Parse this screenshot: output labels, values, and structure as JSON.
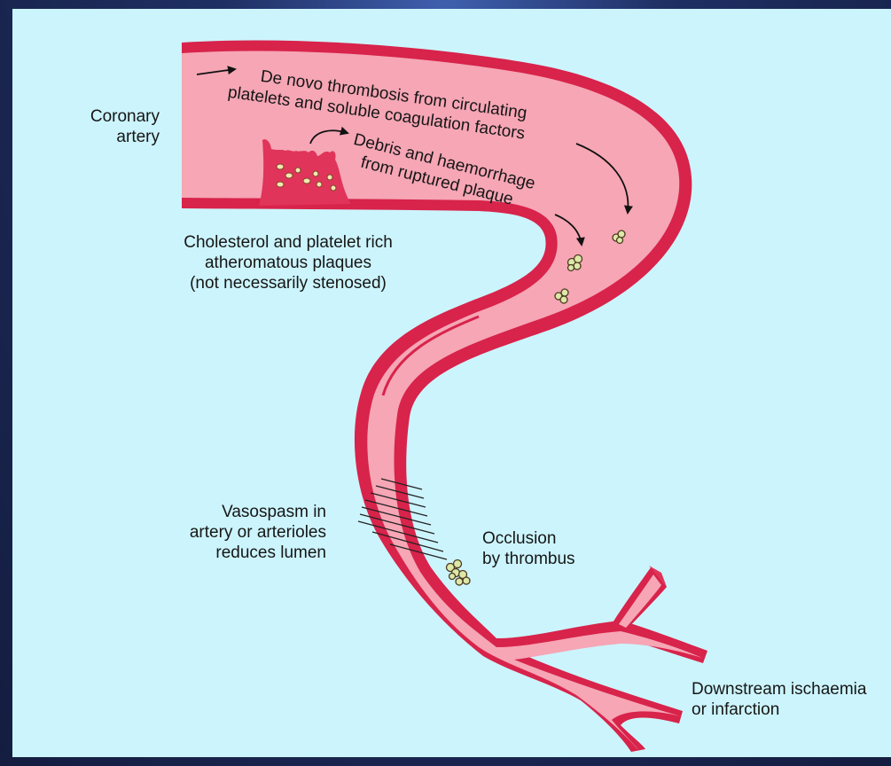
{
  "labels": {
    "coronary_artery": [
      "Coronary",
      "artery"
    ],
    "plaques": [
      "Cholesterol and platelet rich",
      "atheromatous plaques",
      "(not necessarily stenosed)"
    ],
    "de_novo": [
      "De novo thrombosis from circulating",
      "platelets and soluble coagulation factors"
    ],
    "debris": [
      "Debris and haemorrhage",
      "from ruptured plaque"
    ],
    "vasospasm": [
      "Vasospasm in",
      "artery or arterioles",
      "reduces lumen"
    ],
    "occlusion": [
      "Occlusion",
      "by thrombus"
    ],
    "downstream": [
      "Downstream ischaemia",
      "or infarction"
    ]
  },
  "colors": {
    "panel": "#ccf4fc",
    "vessel_fill": "#f6a6b5",
    "vessel_wall": "#d8234b",
    "plaque": "#e0345a",
    "clot": "#dde8a8"
  }
}
